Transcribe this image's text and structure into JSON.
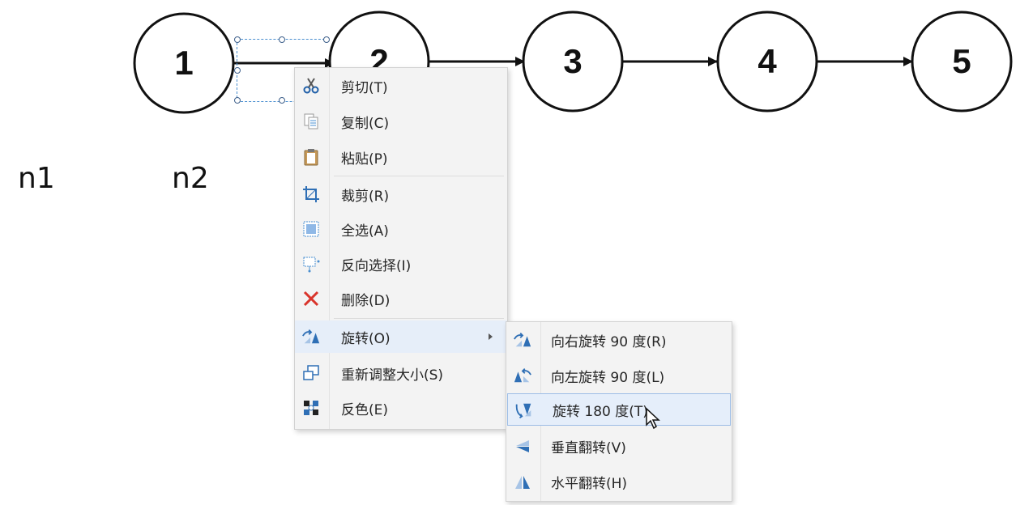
{
  "diagram": {
    "nodes": [
      {
        "id": "1",
        "label": "1"
      },
      {
        "id": "2",
        "label": "2"
      },
      {
        "id": "3",
        "label": "3"
      },
      {
        "id": "4",
        "label": "4"
      },
      {
        "id": "5",
        "label": "5"
      }
    ],
    "edges": [
      {
        "from": "1",
        "to": "2"
      },
      {
        "from": "2",
        "to": "3"
      },
      {
        "from": "3",
        "to": "4"
      },
      {
        "from": "4",
        "to": "5"
      }
    ],
    "labels": {
      "n1": "n1",
      "n2": "n2"
    }
  },
  "context_menu": {
    "items": [
      {
        "label": "剪切(T)",
        "icon": "scissors-icon"
      },
      {
        "label": "复制(C)",
        "icon": "copy-icon"
      },
      {
        "label": "粘贴(P)",
        "icon": "paste-icon"
      },
      {
        "label": "裁剪(R)",
        "icon": "crop-icon"
      },
      {
        "label": "全选(A)",
        "icon": "select-all-icon"
      },
      {
        "label": "反向选择(I)",
        "icon": "invert-selection-icon"
      },
      {
        "label": "删除(D)",
        "icon": "delete-icon"
      },
      {
        "label": "旋转(O)",
        "icon": "rotate-icon",
        "has_submenu": true,
        "active": true
      },
      {
        "label": "重新调整大小(S)",
        "icon": "resize-icon"
      },
      {
        "label": "反色(E)",
        "icon": "invert-color-icon"
      }
    ]
  },
  "rotate_submenu": {
    "items": [
      {
        "label": "向右旋转 90 度(R)",
        "icon": "rotate-right-icon"
      },
      {
        "label": "向左旋转 90 度(L)",
        "icon": "rotate-left-icon"
      },
      {
        "label": "旋转 180 度(T)",
        "icon": "rotate-180-icon",
        "hovered": true
      },
      {
        "label": "垂直翻转(V)",
        "icon": "flip-vertical-icon"
      },
      {
        "label": "水平翻转(H)",
        "icon": "flip-horizontal-icon"
      }
    ]
  },
  "colors": {
    "accent": "#4a8fd0",
    "hover": "#e5eefa",
    "delete": "#d9342b"
  }
}
